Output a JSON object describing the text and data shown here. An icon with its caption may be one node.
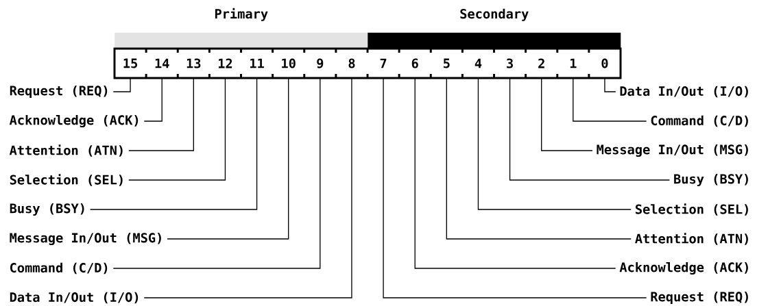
{
  "diagram": {
    "nodes": [
      {
        "text": [
          "Primary"
        ]
      },
      {
        "text": [
          "Secondary"
        ]
      },
      {
        "text": [
          "15"
        ]
      },
      {
        "text": [
          "14"
        ]
      },
      {
        "text": [
          "13"
        ]
      },
      {
        "text": [
          "12"
        ]
      },
      {
        "text": [
          "11"
        ]
      },
      {
        "text": [
          "10"
        ]
      },
      {
        "text": [
          "9"
        ]
      },
      {
        "text": [
          "8"
        ]
      },
      {
        "text": [
          "7"
        ]
      },
      {
        "text": [
          "6"
        ]
      },
      {
        "text": [
          "5"
        ]
      },
      {
        "text": [
          "4"
        ]
      },
      {
        "text": [
          "3"
        ]
      },
      {
        "text": [
          "2"
        ]
      },
      {
        "text": [
          "1"
        ]
      },
      {
        "text": [
          "0"
        ]
      },
      {
        "text": [
          "Request (REQ)"
        ]
      },
      {
        "text": [
          "Acknowledge (ACK)"
        ]
      },
      {
        "text": [
          "Attention (ATN)"
        ]
      },
      {
        "text": [
          "Selection (SEL)"
        ]
      },
      {
        "text": [
          "Busy (BSY)"
        ]
      },
      {
        "text": [
          "Message In/Out (MSG)"
        ]
      },
      {
        "text": [
          "Command (C/D)"
        ]
      },
      {
        "text": [
          "Data In/Out (I/O)"
        ]
      },
      {
        "text": [
          "Data In/Out (I/O)"
        ]
      },
      {
        "text": [
          "Command (C/D)"
        ]
      },
      {
        "text": [
          "Message In/Out (MSG)"
        ]
      },
      {
        "text": [
          "Busy (BSY)"
        ]
      },
      {
        "text": [
          "Selection (SEL)"
        ]
      },
      {
        "text": [
          "Attention (ATN)"
        ]
      },
      {
        "text": [
          "Acknowledge (ACK)"
        ]
      },
      {
        "text": [
          "Request (REQ)"
        ]
      }
    ],
    "edges": [
      {
        "from": 18,
        "to": 2,
        "arrow": "none"
      },
      {
        "from": 19,
        "to": 3,
        "arrow": "none"
      },
      {
        "from": 20,
        "to": 4,
        "arrow": "none"
      },
      {
        "from": 21,
        "to": 5,
        "arrow": "none"
      },
      {
        "from": 22,
        "to": 6,
        "arrow": "none"
      },
      {
        "from": 23,
        "to": 7,
        "arrow": "none"
      },
      {
        "from": 24,
        "to": 8,
        "arrow": "none"
      },
      {
        "from": 25,
        "to": 9,
        "arrow": "none"
      },
      {
        "from": 26,
        "to": 17,
        "arrow": "none"
      },
      {
        "from": 27,
        "to": 16,
        "arrow": "none"
      },
      {
        "from": 28,
        "to": 15,
        "arrow": "none"
      },
      {
        "from": 29,
        "to": 14,
        "arrow": "none"
      },
      {
        "from": 30,
        "to": 13,
        "arrow": "none"
      },
      {
        "from": 31,
        "to": 12,
        "arrow": "none"
      },
      {
        "from": 32,
        "to": 11,
        "arrow": "none"
      },
      {
        "from": 33,
        "to": 10,
        "arrow": "none"
      }
    ]
  }
}
